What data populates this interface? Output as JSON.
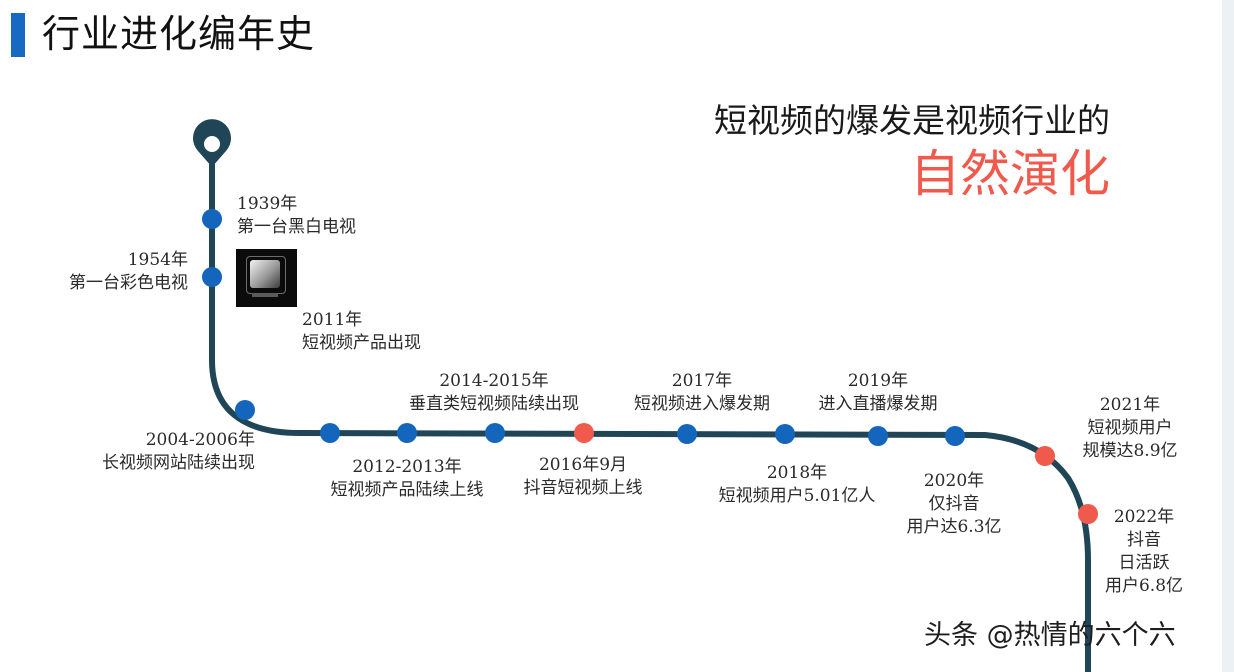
{
  "title": "行业进化编年史",
  "headline": {
    "line1": "短视频的爆发是视频行业的",
    "line2": "自然演化"
  },
  "colors": {
    "track": "#1f4557",
    "node_blue": "#1466bd",
    "node_red": "#ef5a4c",
    "accent_bar": "#1769c2",
    "headline_highlight": "#ef5a4c"
  },
  "start_marker_icon": "location-pin-icon",
  "milestones": [
    {
      "id": "m1939",
      "color": "blue",
      "lines": [
        "1939年",
        "第一台黑白电视"
      ]
    },
    {
      "id": "m1954",
      "color": "blue",
      "lines": [
        "1954年",
        "第一台彩色电视"
      ]
    },
    {
      "id": "m2011",
      "color": "blue",
      "lines": [
        "2011年",
        "短视频产品出现"
      ]
    },
    {
      "id": "m2004",
      "color": "blue",
      "lines": [
        "2004-2006年",
        "长视频网站陆续出现"
      ]
    },
    {
      "id": "m2012",
      "color": "blue",
      "lines": [
        "2012-2013年",
        "短视频产品陆续上线"
      ]
    },
    {
      "id": "m2014",
      "color": "blue",
      "lines": [
        "2014-2015年",
        "垂直类短视频陆续出现"
      ]
    },
    {
      "id": "m2016",
      "color": "red",
      "lines": [
        "2016年9月",
        "抖音短视频上线"
      ]
    },
    {
      "id": "m2017",
      "color": "blue",
      "lines": [
        "2017年",
        "短视频进入爆发期"
      ]
    },
    {
      "id": "m2018",
      "color": "blue",
      "lines": [
        "2018年",
        "短视频用户5.01亿人"
      ]
    },
    {
      "id": "m2019",
      "color": "blue",
      "lines": [
        "2019年",
        "进入直播爆发期"
      ]
    },
    {
      "id": "m2020",
      "color": "blue",
      "lines": [
        "2020年",
        "仅抖音",
        "用户达6.3亿"
      ]
    },
    {
      "id": "m2021",
      "color": "red",
      "lines": [
        "2021年",
        "短视频用户",
        "规模达8.9亿"
      ]
    },
    {
      "id": "m2022",
      "color": "red",
      "lines": [
        "2022年",
        "抖音",
        "日活跃",
        "用户6.8亿"
      ]
    }
  ],
  "image_icon": "black-and-white-tv-icon",
  "watermark": "头条 @热情的六个六"
}
